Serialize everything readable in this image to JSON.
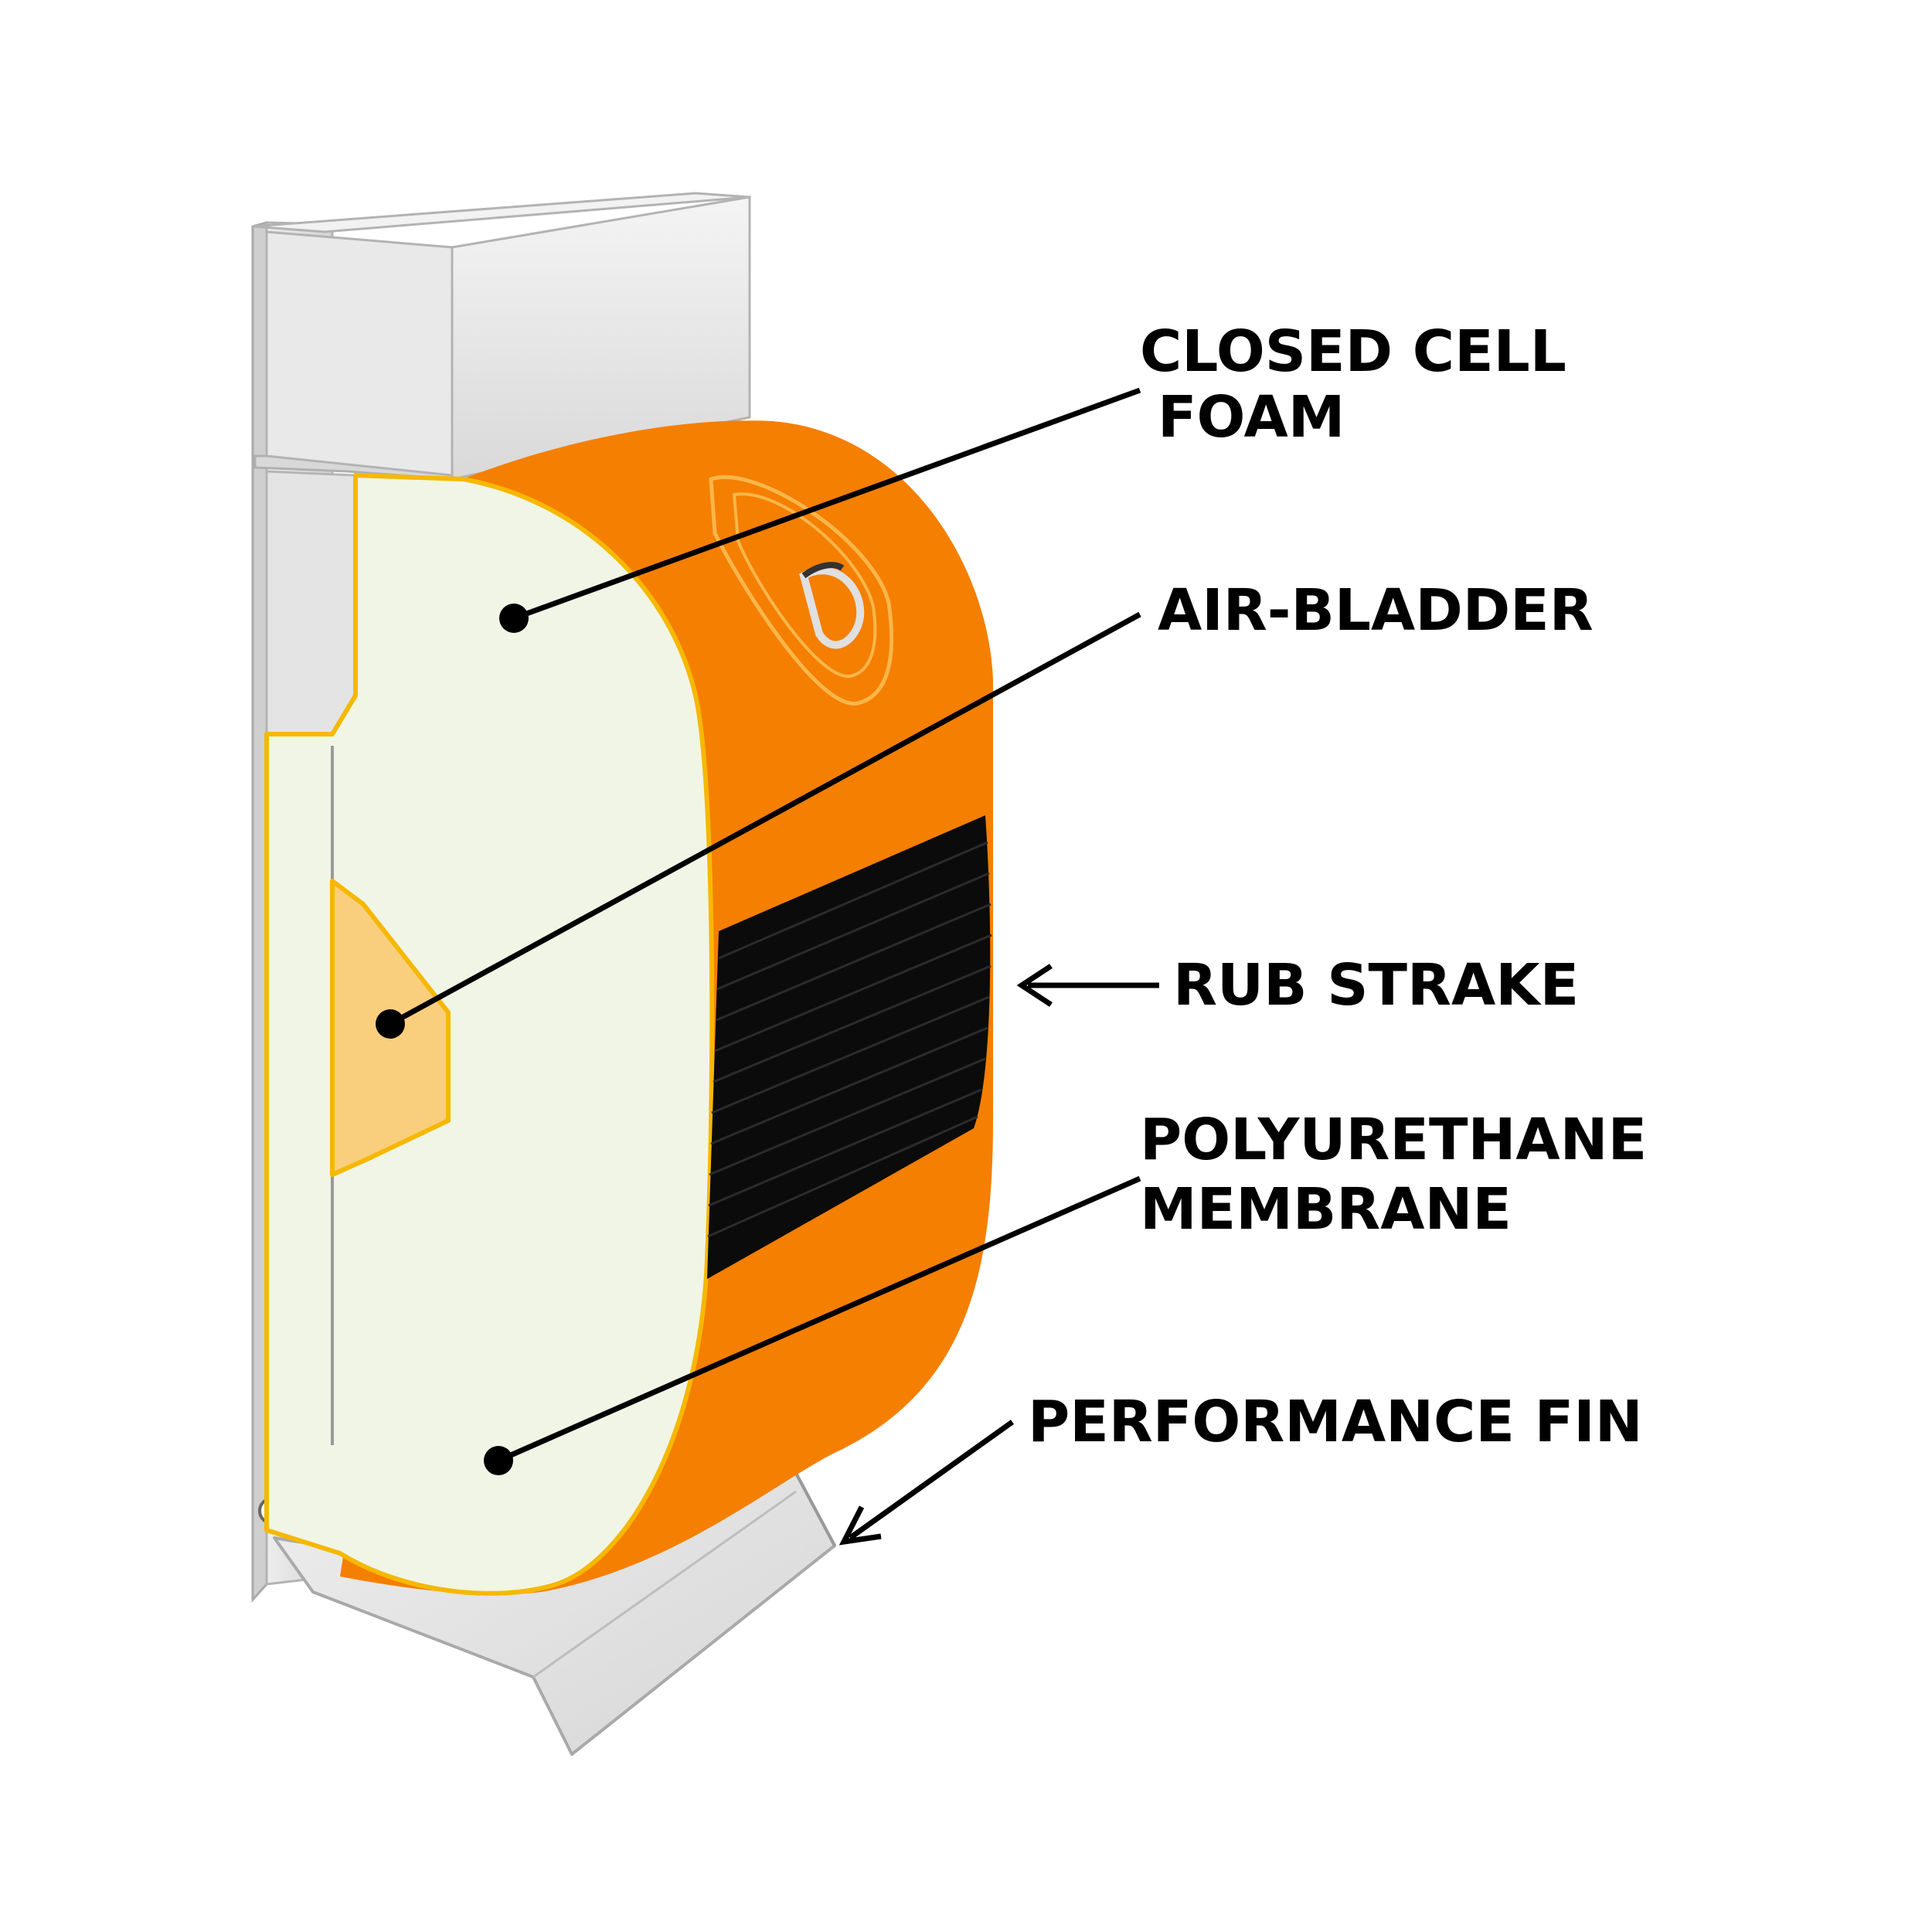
{
  "labels": {
    "closed_cell_foam": [
      "CLOSED CELL",
      "FOAM"
    ],
    "air_bladder": "AIR-BLADDER",
    "rub_strake": "RUB STRAKE",
    "polyurethane_membrane": [
      "POLYURETHANE",
      "MEMBRANE"
    ],
    "performance_fin": "PERFORMANCE FIN"
  },
  "colors": {
    "orange_body": "#F57F00",
    "foam_face": "#F1F5E5",
    "air_bladder": "#F9CF7E",
    "rub_strake": "#0B0B0B",
    "aluminium": "#E3E3E3",
    "leader": "#000000"
  }
}
